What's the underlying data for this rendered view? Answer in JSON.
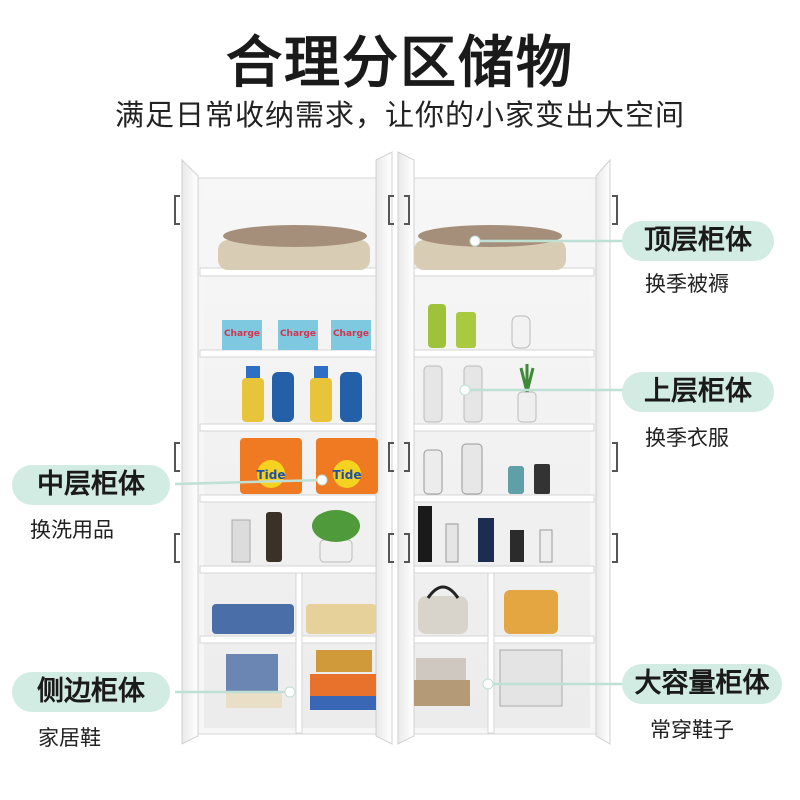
{
  "header": {
    "title": "合理分区储物",
    "subtitle": "满足日常收纳需求，让你的小家变出大空间"
  },
  "callouts": [
    {
      "id": "top",
      "label": "顶层柜体",
      "sub": "换季被褥"
    },
    {
      "id": "upper",
      "label": "上层柜体",
      "sub": "换季衣服"
    },
    {
      "id": "middle",
      "label": "中层柜体",
      "sub": "换洗用品"
    },
    {
      "id": "side",
      "label": "侧边柜体",
      "sub": "家居鞋"
    },
    {
      "id": "large",
      "label": "大容量柜体",
      "sub": "常穿鞋子"
    }
  ],
  "products": {
    "charge_label": "Charge",
    "tide_label": "Tide"
  },
  "colors": {
    "accent_pill": "#d3ece3",
    "leader_line": "#bfe0d4",
    "cabinet": "#f4f4f4"
  }
}
